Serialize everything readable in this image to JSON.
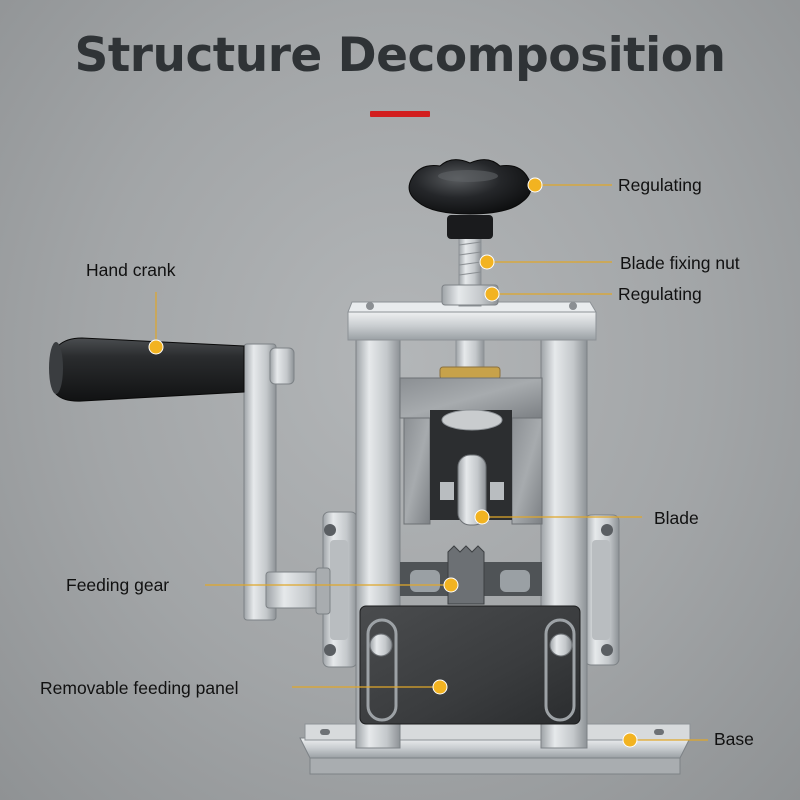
{
  "title": "Structure Decomposition",
  "accent_color": "#d21e1e",
  "marker_color": "#f2b321",
  "line_color": "#e0a72a",
  "labels": {
    "regulating_knob": "Regulating",
    "blade_fixing_nut": "Blade fixing nut",
    "regulating_nut": "Regulating",
    "hand_crank": "Hand crank",
    "blade": "Blade",
    "feeding_gear": "Feeding gear",
    "removable_feeding_panel": "Removable feeding panel",
    "base": "Base"
  }
}
